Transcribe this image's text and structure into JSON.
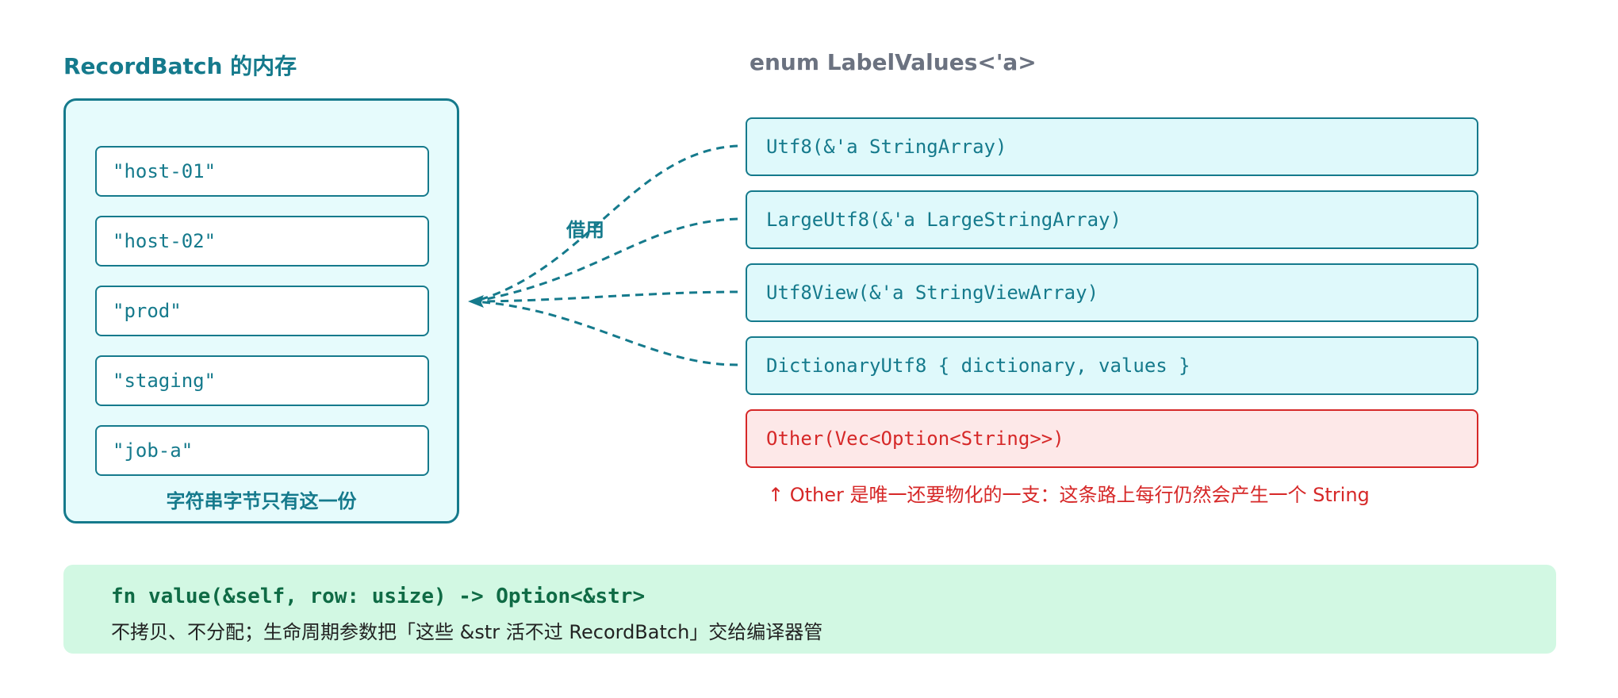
{
  "left": {
    "title": "RecordBatch 的内存",
    "strings": [
      "\"host-01\"",
      "\"host-02\"",
      "\"prod\"",
      "\"staging\"",
      "\"job-a\""
    ],
    "caption": "字符串字节只有这一份"
  },
  "right": {
    "title": "enum LabelValues<'a>",
    "variants": [
      "Utf8(&'a StringArray)",
      "LargeUtf8(&'a LargeStringArray)",
      "Utf8View(&'a StringViewArray)",
      "DictionaryUtf8 { dictionary, values }"
    ],
    "other": "Other(Vec<Option<String>>)",
    "other_note": "↑ Other 是唯一还要物化的一支：这条路上每行仍然会产生一个 String"
  },
  "arrow_label": "借用",
  "bottom": {
    "signature": "fn value(&self, row: usize) -> Option<&str>",
    "note": "不拷贝、不分配；生命周期参数把「这些 &str 活不过 RecordBatch」交给编译器管"
  },
  "colors": {
    "teal": "#157a8c",
    "teal_fill": "#e6fbfc",
    "red": "#d62828",
    "red_fill": "#fde8e8",
    "green_fill": "#d2f8e3",
    "green_text": "#0f6b45"
  }
}
